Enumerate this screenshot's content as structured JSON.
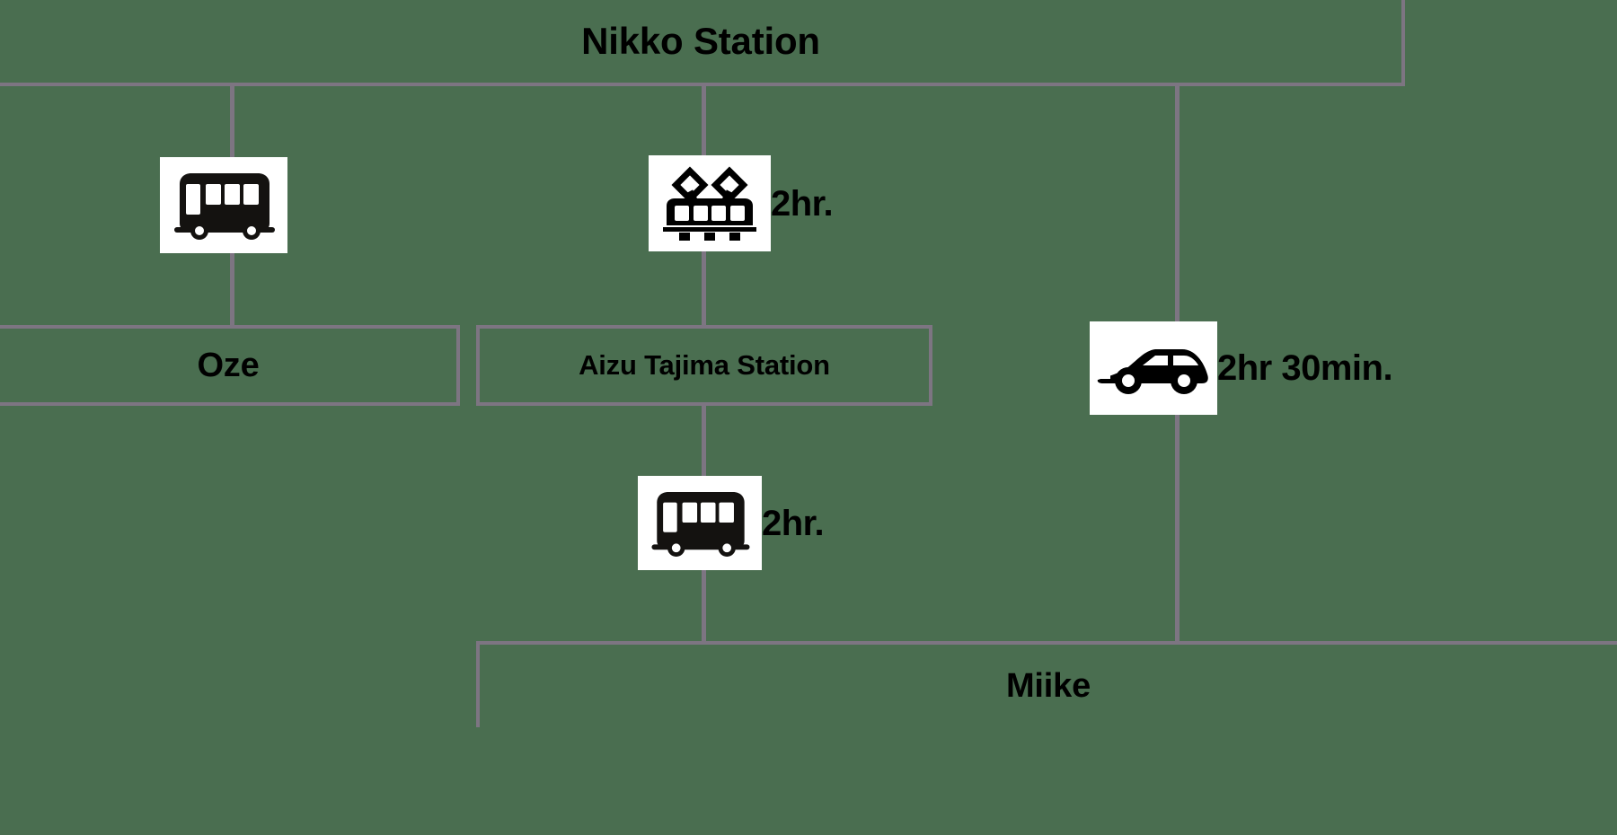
{
  "diagram": {
    "type": "transit-access-chart",
    "background_color": "#4a6e50",
    "line_color": "#7d7582",
    "icon_box_color": "#ffffff",
    "text_color": "#000000"
  },
  "nodes": {
    "origin": {
      "label": "Nikko Station"
    },
    "oze": {
      "label": "Oze"
    },
    "aizu": {
      "label": "Aizu Tajima Station"
    },
    "miike": {
      "label": "Miike"
    }
  },
  "legs": [
    {
      "id": "bus-nikko-oze",
      "from": "Nikko Station",
      "to": "Oze",
      "mode": "bus",
      "icon": "bus-icon",
      "duration": ""
    },
    {
      "id": "train-nikko-aizu",
      "from": "Nikko Station",
      "to": "Aizu Tajima Station",
      "mode": "train",
      "icon": "train-icon",
      "duration": "2hr."
    },
    {
      "id": "car-nikko-miike",
      "from": "Nikko Station",
      "to": "Miike",
      "mode": "car",
      "icon": "car-icon",
      "duration": "2hr 30min."
    },
    {
      "id": "bus-aizu-miike",
      "from": "Aizu Tajima Station",
      "to": "Miike",
      "mode": "bus",
      "icon": "bus-icon",
      "duration": "2hr."
    }
  ]
}
